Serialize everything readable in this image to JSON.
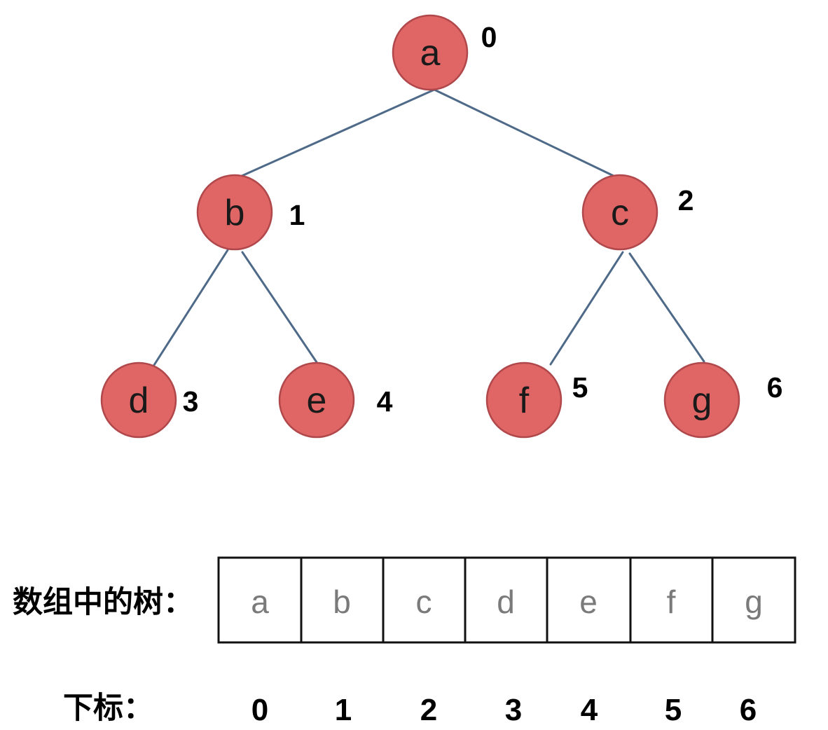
{
  "tree": {
    "nodes": [
      {
        "label": "a",
        "index": "0",
        "parent": null
      },
      {
        "label": "b",
        "index": "1",
        "parent": 0
      },
      {
        "label": "c",
        "index": "2",
        "parent": 0
      },
      {
        "label": "d",
        "index": "3",
        "parent": 1
      },
      {
        "label": "e",
        "index": "4",
        "parent": 1
      },
      {
        "label": "f",
        "index": "5",
        "parent": 2
      },
      {
        "label": "g",
        "index": "6",
        "parent": 2
      }
    ]
  },
  "array": {
    "label": "数组中的树：",
    "cells": [
      "a",
      "b",
      "c",
      "d",
      "e",
      "f",
      "g"
    ]
  },
  "indices": {
    "label": "下标：",
    "values": [
      "0",
      "1",
      "2",
      "3",
      "4",
      "5",
      "6"
    ]
  },
  "colors": {
    "node_fill": "#e06666",
    "node_stroke": "#b0484b",
    "edge": "#4e6a88",
    "cell_text": "#7a7a7a"
  }
}
